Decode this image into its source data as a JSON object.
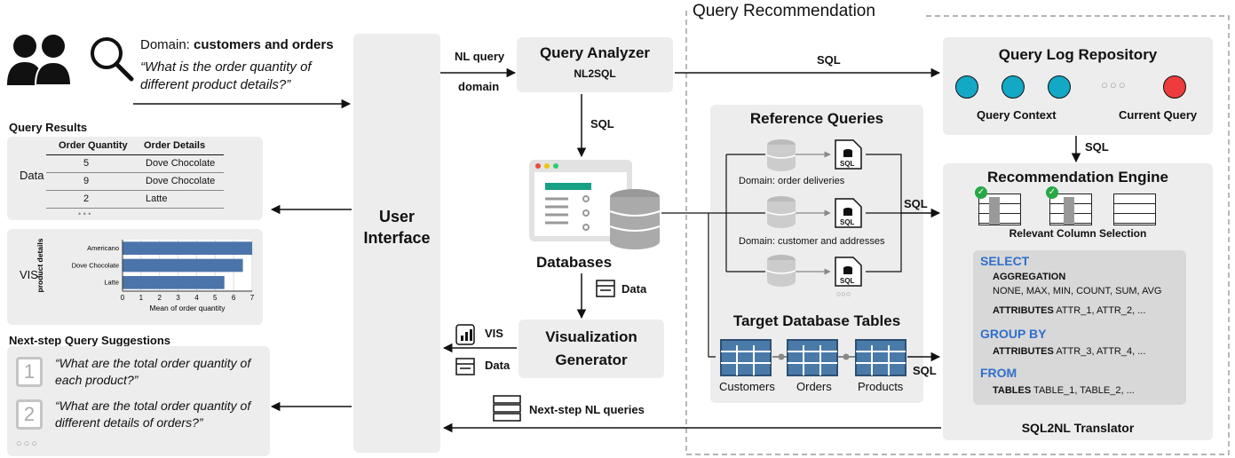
{
  "user": {
    "domain_label": "Domain:",
    "domain_value": "customers and orders",
    "question": "“What is the order quantity of different product details?”"
  },
  "results": {
    "title": "Query Results",
    "data_label": "Data",
    "vis_label": "VIS",
    "table": {
      "headers": [
        "Order Quantity",
        "Order Details"
      ],
      "rows": [
        [
          "5",
          "Dove Chocolate"
        ],
        [
          "9",
          "Dove Chocolate"
        ],
        [
          "2",
          "Latte"
        ]
      ],
      "more": "• • •"
    }
  },
  "chart_data": {
    "type": "bar",
    "orientation": "horizontal",
    "categories": [
      "Americano",
      "Dove Chocolate",
      "Latte"
    ],
    "values": [
      7,
      6.5,
      5.5
    ],
    "xlabel": "Mean of order quantity",
    "ylabel": "product details",
    "xlim": [
      0,
      7
    ],
    "xticks": [
      "0",
      "1",
      "2",
      "3",
      "4",
      "5",
      "6",
      "7"
    ],
    "bar_color": "#4b74ab",
    "grid": true
  },
  "suggestions": {
    "title": "Next-step Query Suggestions",
    "items": [
      {
        "num": "1",
        "text": "“What are the total order quantity of each product?”"
      },
      {
        "num": "2",
        "text": "“What are the total order quantity of different details of orders?”"
      }
    ],
    "more": "○○○"
  },
  "ui": {
    "label": "User Interface"
  },
  "analyzer": {
    "title": "Query Analyzer",
    "subtitle": "NL2SQL"
  },
  "labels": {
    "nl_query": "NL query",
    "domain": "domain",
    "sql": "SQL",
    "data": "Data",
    "vis": "VIS",
    "next_step": "Next-step NL queries"
  },
  "databases": {
    "label": "Databases"
  },
  "vis_gen": {
    "label_line1": "Visualization",
    "label_line2": "Generator"
  },
  "query_rec": {
    "title": "Query Recommendation"
  },
  "reference": {
    "title": "Reference Queries",
    "domain1": "Domain: order deliveries",
    "domain2": "Domain: customer and addresses",
    "sql_icon": "SQL",
    "more": "○○○"
  },
  "target": {
    "title": "Target Database Tables",
    "tables": [
      "Customers",
      "Orders",
      "Products"
    ]
  },
  "log": {
    "title": "Query Log Repository",
    "context": "Query Context",
    "current": "Current Query",
    "more": "○○○",
    "context_color": "#14a8c7",
    "current_color": "#ee3b3b"
  },
  "engine": {
    "title": "Recommendation Engine",
    "column_selection": "Relevant Column Selection",
    "select_kw": "SELECT",
    "aggregation": "AGGREGATION",
    "agg_options": "NONE, MAX, MIN, COUNT, SUM, AVG",
    "attributes_kw": "ATTRIBUTES",
    "attrs1": "ATTR_1,  ATTR_2, ...",
    "groupby_kw": "GROUP BY",
    "attrs2": "ATTR_3,  ATTR_4, ...",
    "from_kw": "FROM",
    "tables_kw": "TABLES",
    "tables_list": "TABLE_1,  TABLE_2, ...",
    "translator": "SQL2NL Translator",
    "keyword_color": "#2e6fcc",
    "check_color": "#27a844"
  }
}
